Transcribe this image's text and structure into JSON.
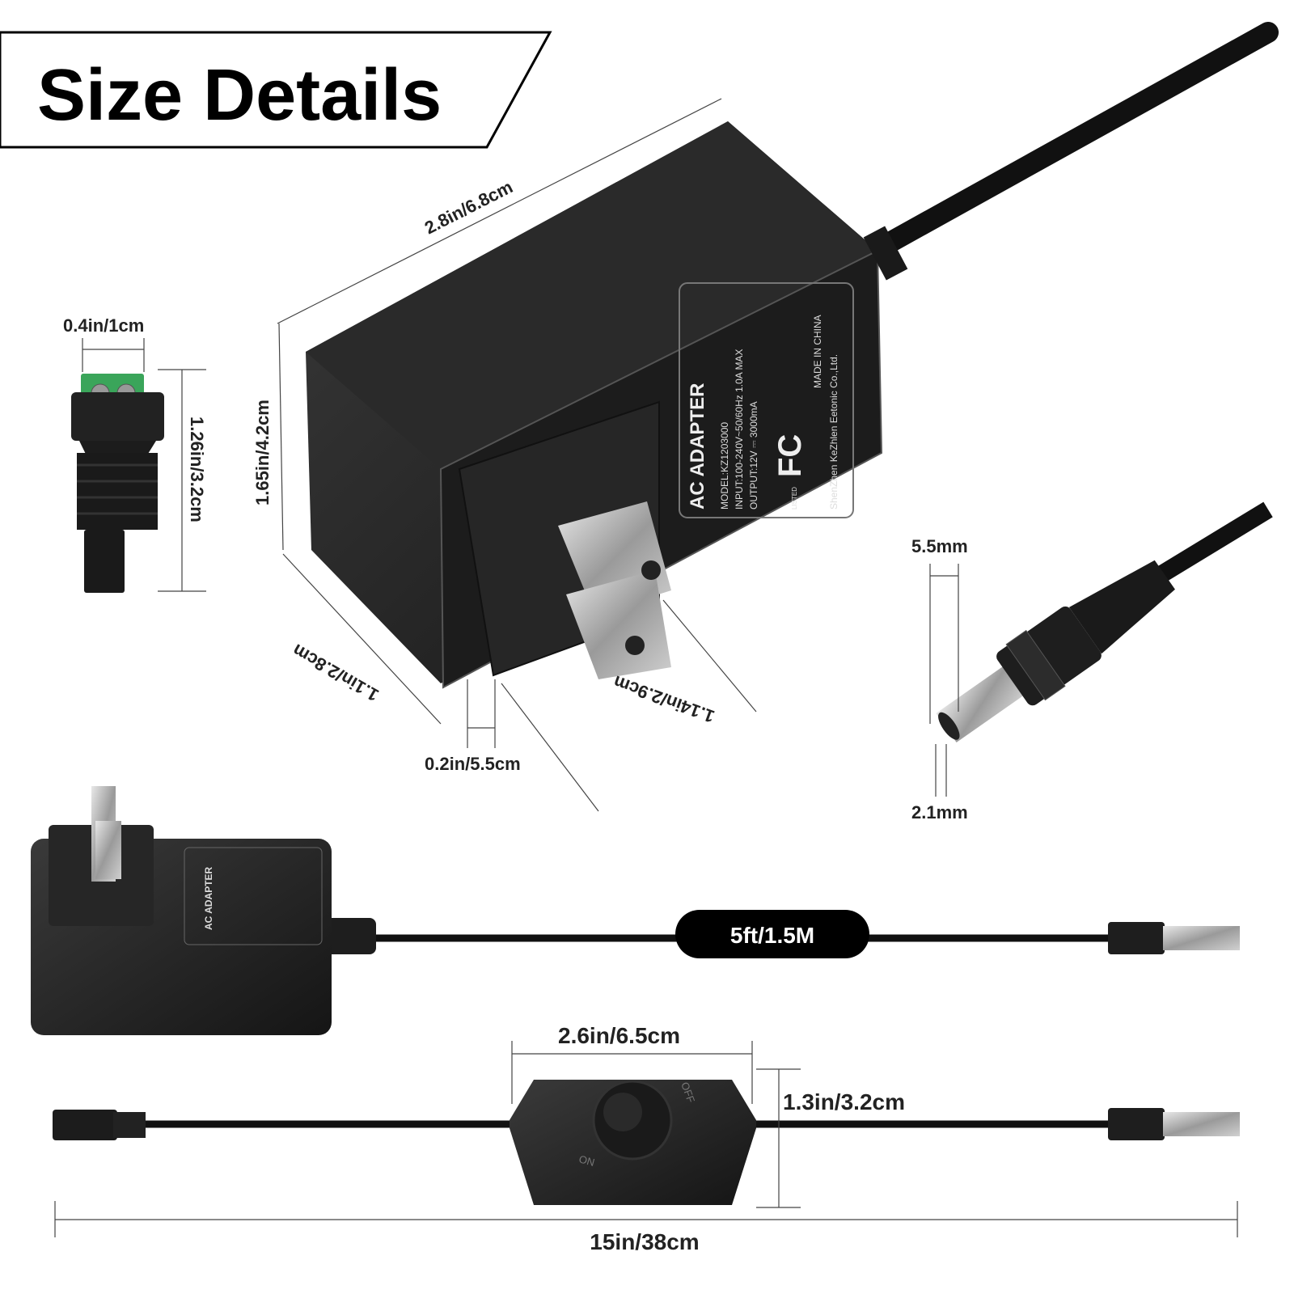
{
  "title": "Size Details",
  "dimensions": {
    "adapter_length": "2.8in/6.8cm",
    "adapter_height": "1.65in/4.2cm",
    "adapter_depth": "1.1in/2.8cm",
    "plug_offset": "0.2in/5.5cm",
    "prong_length": "1.14in/2.9cm",
    "terminal_width": "0.4in/1cm",
    "terminal_length": "1.26in/3.2cm",
    "plug_outer": "5.5mm",
    "plug_inner": "2.1mm",
    "cable_length": "5ft/1.5M",
    "switch_width": "2.6in/6.5cm",
    "switch_height": "1.3in/3.2cm",
    "dimmer_cable_length": "15in/38cm"
  },
  "adapter_label": {
    "heading": "AC ADAPTER",
    "model": "MODEL:KZ1203000",
    "input": "INPUT:100-240V~50/60Hz 1.0A MAX",
    "output": "OUTPUT:12V ⎓ 3000mA",
    "origin": "MADE IN CHINA",
    "maker": "ShenZhen KeZhlen Eetonic Co.,Ltd.",
    "listed": "LISTED",
    "fcc": "FC"
  },
  "switch_labels": {
    "on": "ON",
    "off": "OFF"
  },
  "colors": {
    "product": "#1e1e1e",
    "banner_text": "#000000",
    "terminal": "#3aa55a"
  }
}
